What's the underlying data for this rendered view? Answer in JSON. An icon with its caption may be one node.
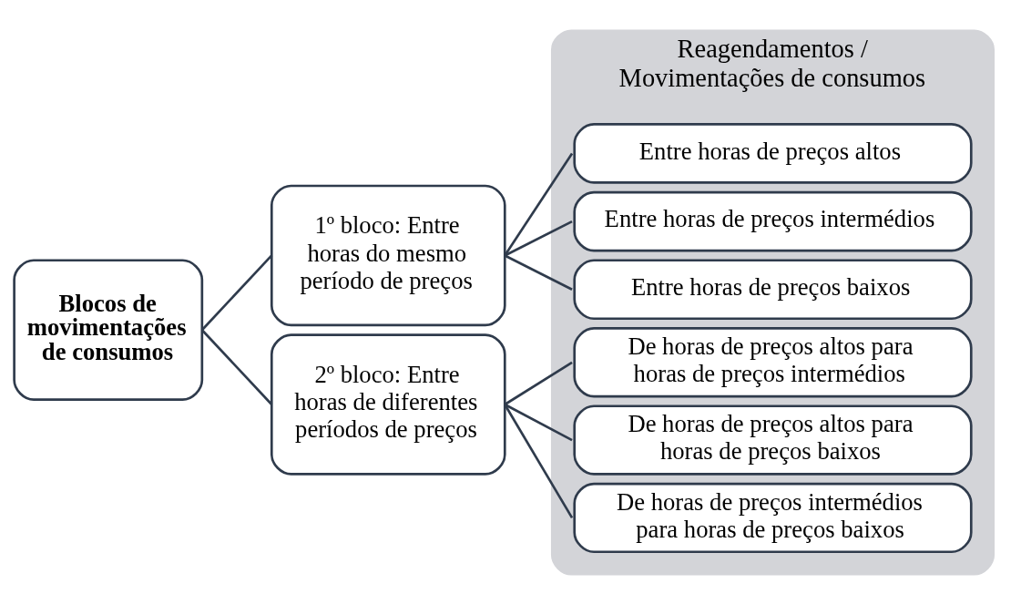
{
  "diagram": {
    "nodes": [
      {
        "text": [
          "Blocos de movimentações de consumos"
        ]
      },
      {
        "text": [
          "1º bloco: Entre horas do mesmo período de preços"
        ]
      },
      {
        "text": [
          "2º bloco: Entre horas de diferentes períodos de preços"
        ]
      },
      {
        "text": [
          "Reagendamentos / Movimentações de consumos"
        ]
      },
      {
        "text": [
          "Entre horas de preços altos"
        ],
        "in": 3
      },
      {
        "text": [
          "Entre horas de preços intermédios"
        ],
        "in": 3
      },
      {
        "text": [
          "Entre horas de preços baixos"
        ],
        "in": 3
      },
      {
        "text": [
          "De horas de preços altos para horas de preços intermédios"
        ],
        "in": 3
      },
      {
        "text": [
          "De horas de preços altos para horas de preços baixos"
        ],
        "in": 3
      },
      {
        "text": [
          "De horas de preços intermédios para horas de preços baixos"
        ],
        "in": 3
      }
    ],
    "edges": [
      {
        "from": 0,
        "to": 1,
        "arrow": "none"
      },
      {
        "from": 0,
        "to": 2,
        "arrow": "none"
      },
      {
        "from": 1,
        "to": 4,
        "arrow": "none"
      },
      {
        "from": 1,
        "to": 5,
        "arrow": "none"
      },
      {
        "from": 1,
        "to": 6,
        "arrow": "none"
      },
      {
        "from": 2,
        "to": 7,
        "arrow": "none"
      },
      {
        "from": 2,
        "to": 8,
        "arrow": "none"
      },
      {
        "from": 2,
        "to": 9,
        "arrow": "none"
      }
    ]
  }
}
